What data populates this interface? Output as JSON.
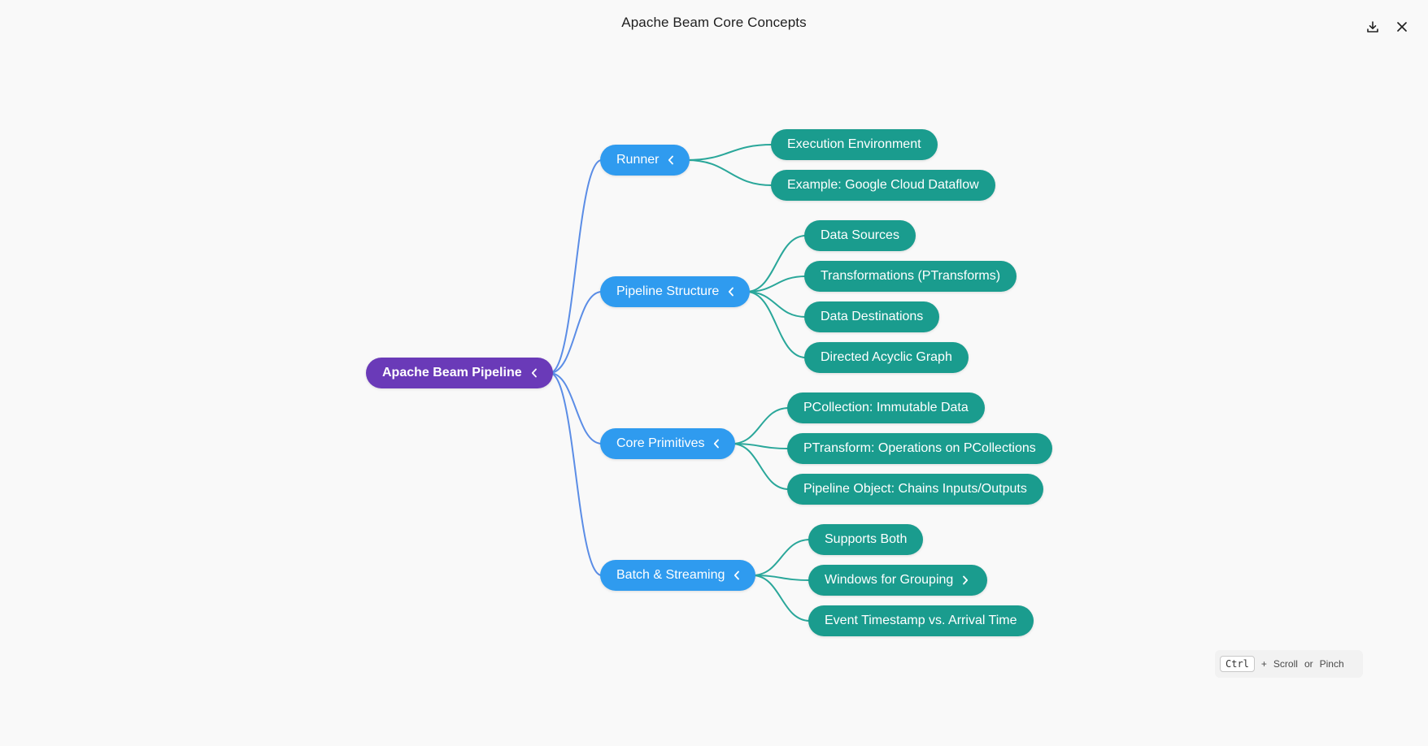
{
  "title": "Apache Beam Core Concepts",
  "toolbar": {
    "download_icon": "download-icon",
    "close_icon": "close-icon"
  },
  "colors": {
    "root": "#6a3ab8",
    "branch": "#2f9bef",
    "leaf": "#1a9c8e",
    "edge_root": "#5b8de6",
    "edge_leaf": "#2aa79a"
  },
  "mindmap": {
    "root": {
      "label": "Apache Beam Pipeline",
      "expanded": true
    },
    "branches": [
      {
        "label": "Runner",
        "expanded": true,
        "children": [
          {
            "label": "Execution Environment"
          },
          {
            "label": "Example: Google Cloud Dataflow"
          }
        ]
      },
      {
        "label": "Pipeline Structure",
        "expanded": true,
        "children": [
          {
            "label": "Data Sources"
          },
          {
            "label": "Transformations (PTransforms)"
          },
          {
            "label": "Data Destinations"
          },
          {
            "label": "Directed Acyclic Graph"
          }
        ]
      },
      {
        "label": "Core Primitives",
        "expanded": true,
        "children": [
          {
            "label": "PCollection: Immutable Data"
          },
          {
            "label": "PTransform: Operations on PCollections"
          },
          {
            "label": "Pipeline Object: Chains Inputs/Outputs"
          }
        ]
      },
      {
        "label": "Batch & Streaming",
        "expanded": true,
        "children": [
          {
            "label": "Supports Both"
          },
          {
            "label": "Windows for Grouping",
            "collapsed": true
          },
          {
            "label": "Event Timestamp vs. Arrival Time"
          }
        ]
      }
    ]
  },
  "zoom_hint": {
    "key": "Ctrl",
    "plus": "+",
    "scroll": "Scroll",
    "or": "or",
    "pinch": "Pinch"
  }
}
